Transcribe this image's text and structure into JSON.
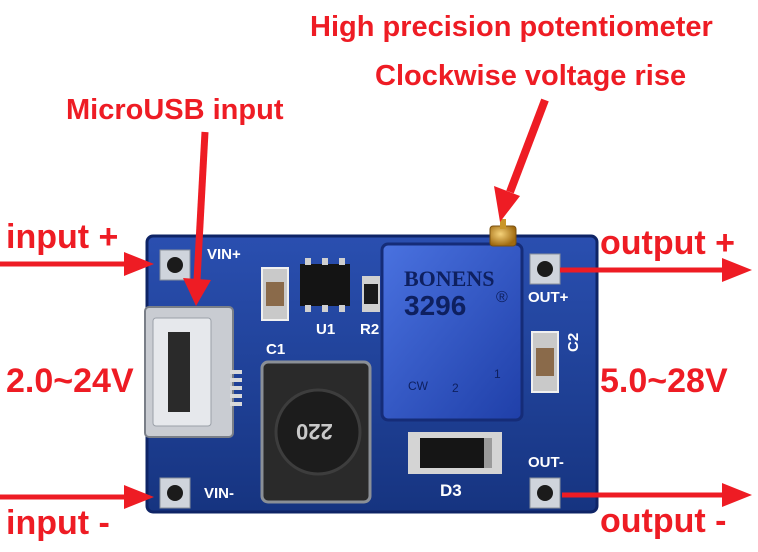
{
  "labels": {
    "pot_line1": "High precision potentiometer",
    "pot_line2": "Clockwise voltage rise",
    "usb": "MicroUSB input",
    "input_plus": "input +",
    "input_minus": "input -",
    "input_range": "2.0~24V",
    "output_plus": "output +",
    "output_minus": "output -",
    "output_range": "5.0~28V"
  },
  "board": {
    "vin_plus": "VIN+",
    "vin_minus": "VIN-",
    "out_plus": "OUT+",
    "out_minus": "OUT-",
    "u1": "U1",
    "r2": "R2",
    "c1": "C1",
    "c2": "C2",
    "d3": "D3",
    "pot_brand": "BONENS",
    "pot_model": "3296",
    "pot_mark": "®",
    "pot_cw": "CW",
    "pot_pin2": "2",
    "pot_pin1": "1",
    "inductor": "220"
  },
  "colors": {
    "arrow_red": "#ee1c24",
    "pcb_blue": "#1d3f9a",
    "pot_blue": "#2f56c8"
  }
}
